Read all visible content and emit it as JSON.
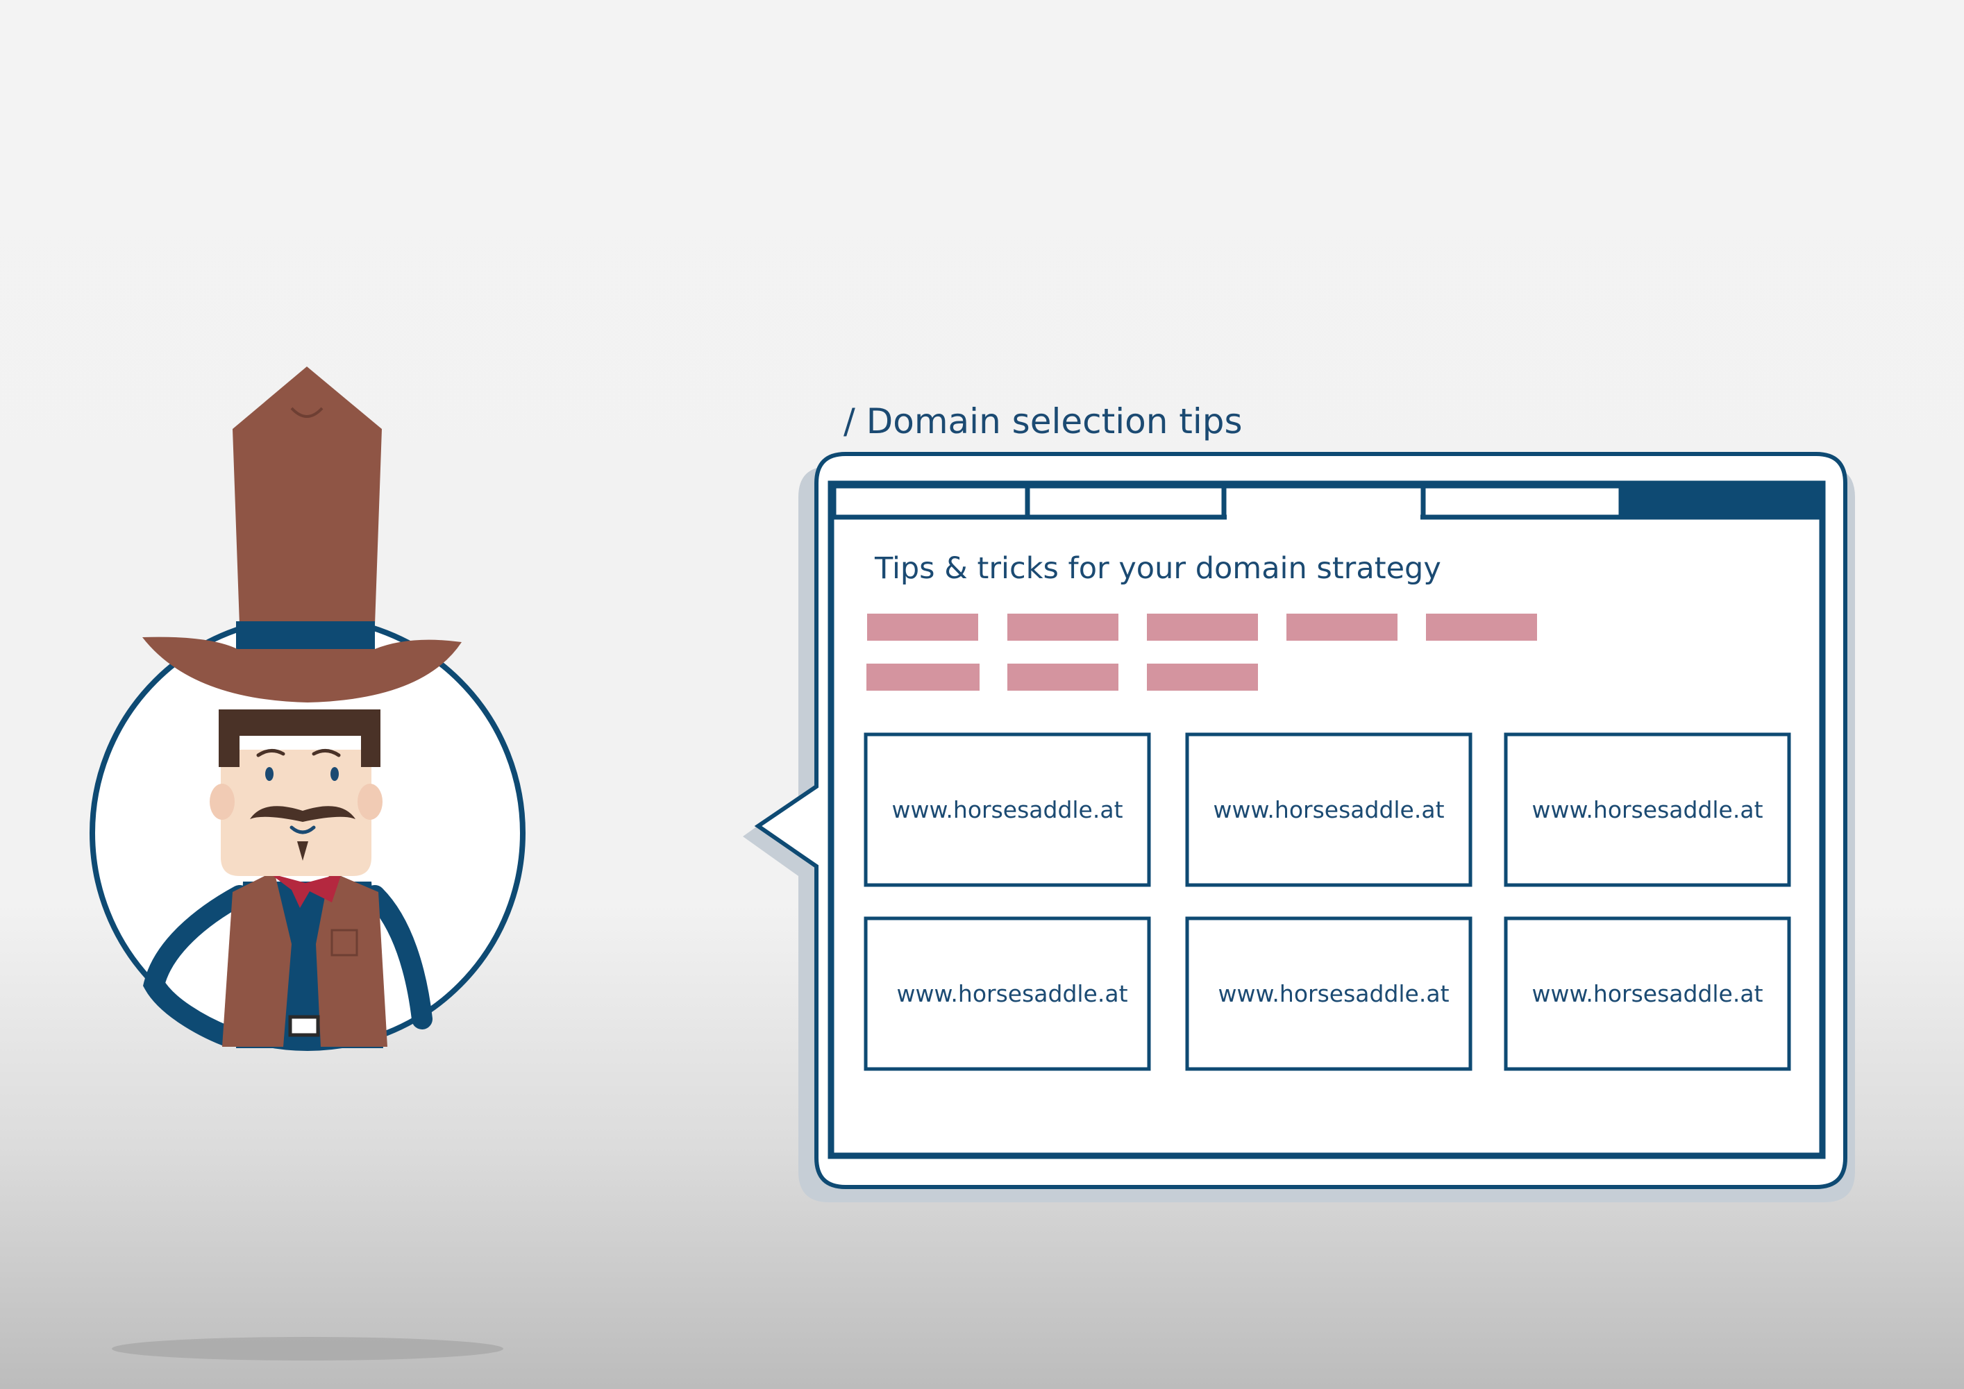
{
  "caption": "/ Domain selection tips",
  "window": {
    "title": "Tips & tricks for your domain strategy",
    "tab_count": 5,
    "active_tab": 5
  },
  "domains": [
    "www.horsesaddle.at",
    "www.horsesaddle.at",
    "www.horsesaddle.at",
    "www.horsesaddle.at",
    "www.horsesaddle.at",
    "www.horsesaddle.at"
  ],
  "colors": {
    "navy": "#0e4a73",
    "text": "#1b4a72",
    "placeholder_bar": "#d4949f",
    "hat": "#8f5545",
    "skin": "#f6dcc6",
    "hair": "#4a3227"
  }
}
